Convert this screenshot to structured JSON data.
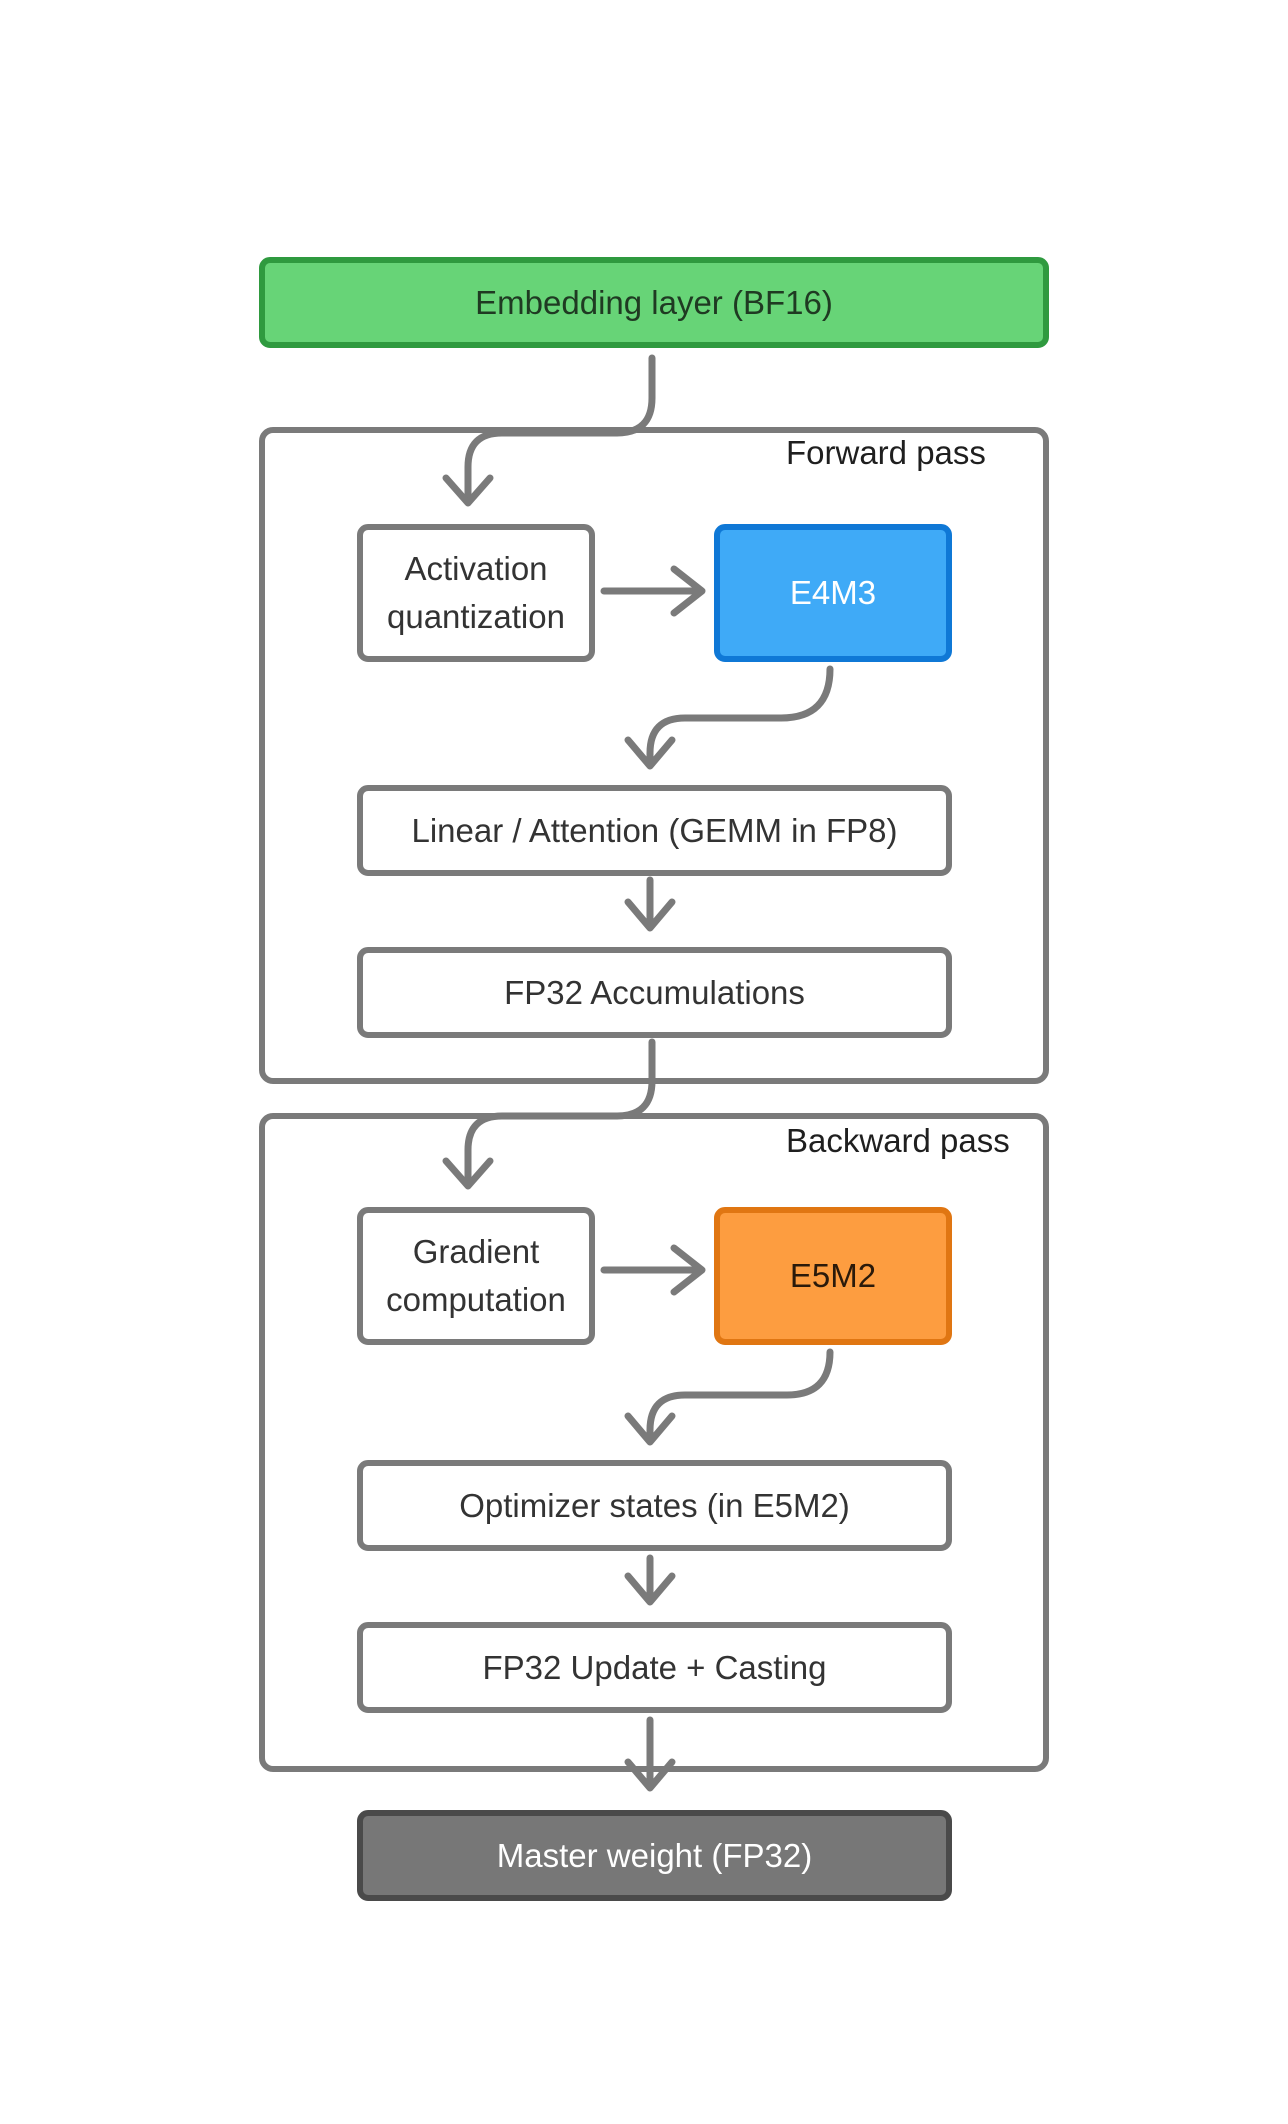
{
  "nodes": {
    "embedding": "Embedding layer (BF16)",
    "activation_quantization": "Activation\nquantization",
    "e4m3": "E4M3",
    "linear_attention": "Linear / Attention (GEMM in FP8)",
    "fp32_accumulations": "FP32 Accumulations",
    "gradient_computation": "Gradient\ncomputation",
    "e5m2": "E5M2",
    "optimizer_states": "Optimizer states (in E5M2)",
    "fp32_update": "FP32 Update + Casting",
    "master_weight": "Master weight (FP32)"
  },
  "groups": {
    "forward": "Forward pass",
    "backward": "Backward pass"
  },
  "colors": {
    "embedding_fill": "#67d477",
    "embedding_border": "#2f9a3f",
    "e4m3_fill": "#3faaf7",
    "e4m3_border": "#0f78d6",
    "e5m2_fill": "#fd9d40",
    "e5m2_border": "#e07612",
    "master_fill": "#777777",
    "master_border": "#4a4a4a",
    "stroke": "#7a7a7a"
  },
  "edges": [
    {
      "from": "embedding",
      "to": "activation_quantization"
    },
    {
      "from": "activation_quantization",
      "to": "e4m3"
    },
    {
      "from": "e4m3",
      "to": "linear_attention"
    },
    {
      "from": "linear_attention",
      "to": "fp32_accumulations"
    },
    {
      "from": "fp32_accumulations",
      "to": "gradient_computation"
    },
    {
      "from": "gradient_computation",
      "to": "e5m2"
    },
    {
      "from": "e5m2",
      "to": "optimizer_states"
    },
    {
      "from": "optimizer_states",
      "to": "fp32_update"
    },
    {
      "from": "fp32_update",
      "to": "master_weight"
    }
  ]
}
